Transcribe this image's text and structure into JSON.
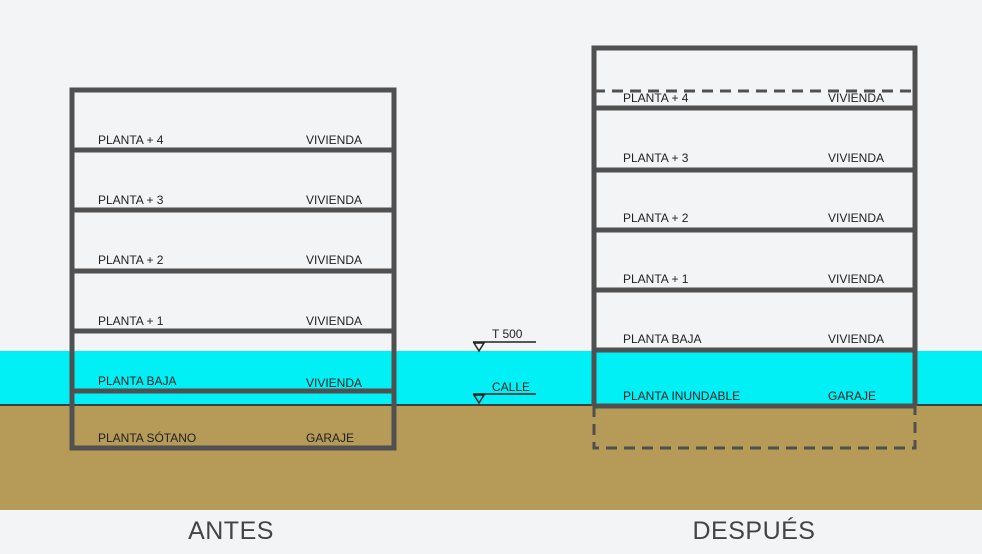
{
  "colors": {
    "background": "#f3f4f6",
    "water": "#00f0f5",
    "ground": "#b59a58",
    "wall": "#505050"
  },
  "antes": {
    "caption": "ANTES",
    "floors": [
      {
        "planta": "PLANTA + 4",
        "uso": "VIVIENDA"
      },
      {
        "planta": "PLANTA + 3",
        "uso": "VIVIENDA"
      },
      {
        "planta": "PLANTA + 2",
        "uso": "VIVIENDA"
      },
      {
        "planta": "PLANTA + 1",
        "uso": "VIVIENDA"
      },
      {
        "planta": "PLANTA BAJA",
        "uso": "VIVIENDA"
      },
      {
        "planta": "PLANTA SÓTANO",
        "uso": "GARAJE"
      }
    ]
  },
  "despues": {
    "caption": "DESPUÉS",
    "floors": [
      {
        "planta": "PLANTA + 4",
        "uso": "VIVIENDA"
      },
      {
        "planta": "PLANTA + 3",
        "uso": "VIVIENDA"
      },
      {
        "planta": "PLANTA + 2",
        "uso": "VIVIENDA"
      },
      {
        "planta": "PLANTA + 1",
        "uso": "VIVIENDA"
      },
      {
        "planta": "PLANTA BAJA",
        "uso": "VIVIENDA"
      },
      {
        "planta": "PLANTA INUNDABLE",
        "uso": "GARAJE"
      }
    ]
  },
  "levels": {
    "flood": "T 500",
    "street": "CALLE"
  }
}
